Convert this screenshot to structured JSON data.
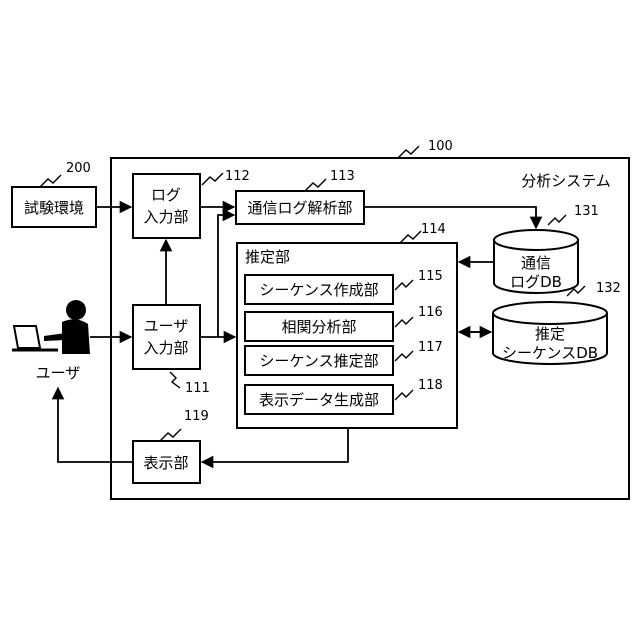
{
  "refs": {
    "system": "100",
    "test_env": "200",
    "user_input": "111",
    "log_input": "112",
    "comm_log_analysis": "113",
    "estimation": "114",
    "sequence_creation": "115",
    "correlation": "116",
    "sequence_estimation": "117",
    "display_data": "118",
    "display": "119",
    "comm_db": "131",
    "seq_db": "132"
  },
  "labels": {
    "system_title": "分析システム",
    "test_env": "試験環境",
    "log_input_1": "ログ",
    "log_input_2": "入力部",
    "user_input_1": "ユーザ",
    "user_input_2": "入力部",
    "comm_log_analysis": "通信ログ解析部",
    "estimation": "推定部",
    "sequence_creation": "シーケンス作成部",
    "correlation": "相関分析部",
    "sequence_estimation": "シーケンス推定部",
    "display_data": "表示データ生成部",
    "display": "表示部",
    "comm_db_1": "通信",
    "comm_db_2": "ログDB",
    "seq_db_1": "推定",
    "seq_db_2": "シーケンスDB",
    "user": "ユーザ"
  }
}
